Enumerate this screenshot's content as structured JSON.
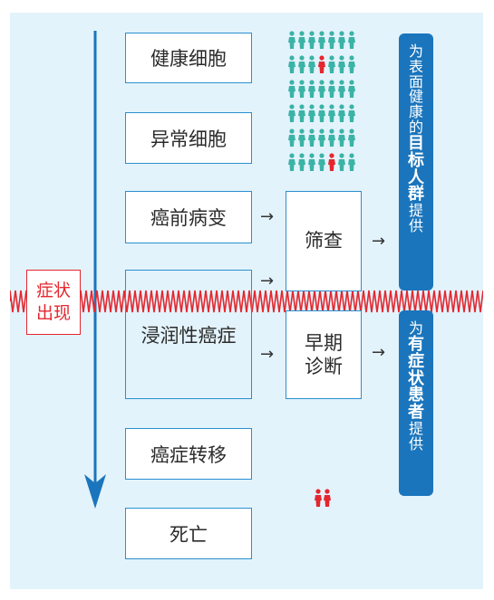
{
  "stages": [
    "健康细胞",
    "异常细胞",
    "癌前病变",
    "浸润性癌症",
    "癌症转移",
    "死亡"
  ],
  "screening": "筛查",
  "early_diagnosis": "早期\n诊断",
  "symptom": [
    "症状",
    "出现"
  ],
  "arrows": {
    "right": "→"
  },
  "pill_top": {
    "pre": [
      "为",
      "表",
      "面",
      "健",
      "康",
      "的"
    ],
    "bold": [
      "目",
      "标",
      "人",
      "群"
    ],
    "post": [
      "提",
      "供"
    ]
  },
  "pill_bottom": {
    "pre": [
      "为"
    ],
    "bold": [
      "有",
      "症",
      "状",
      "患",
      "者"
    ],
    "post": [
      "提",
      "供"
    ]
  },
  "colors": {
    "panel": "#e3f3fb",
    "accent_blue": "#1a75bd",
    "box_border": "#2a8fcf",
    "person_teal": "#3bb3a6",
    "person_red": "#e4272f"
  }
}
